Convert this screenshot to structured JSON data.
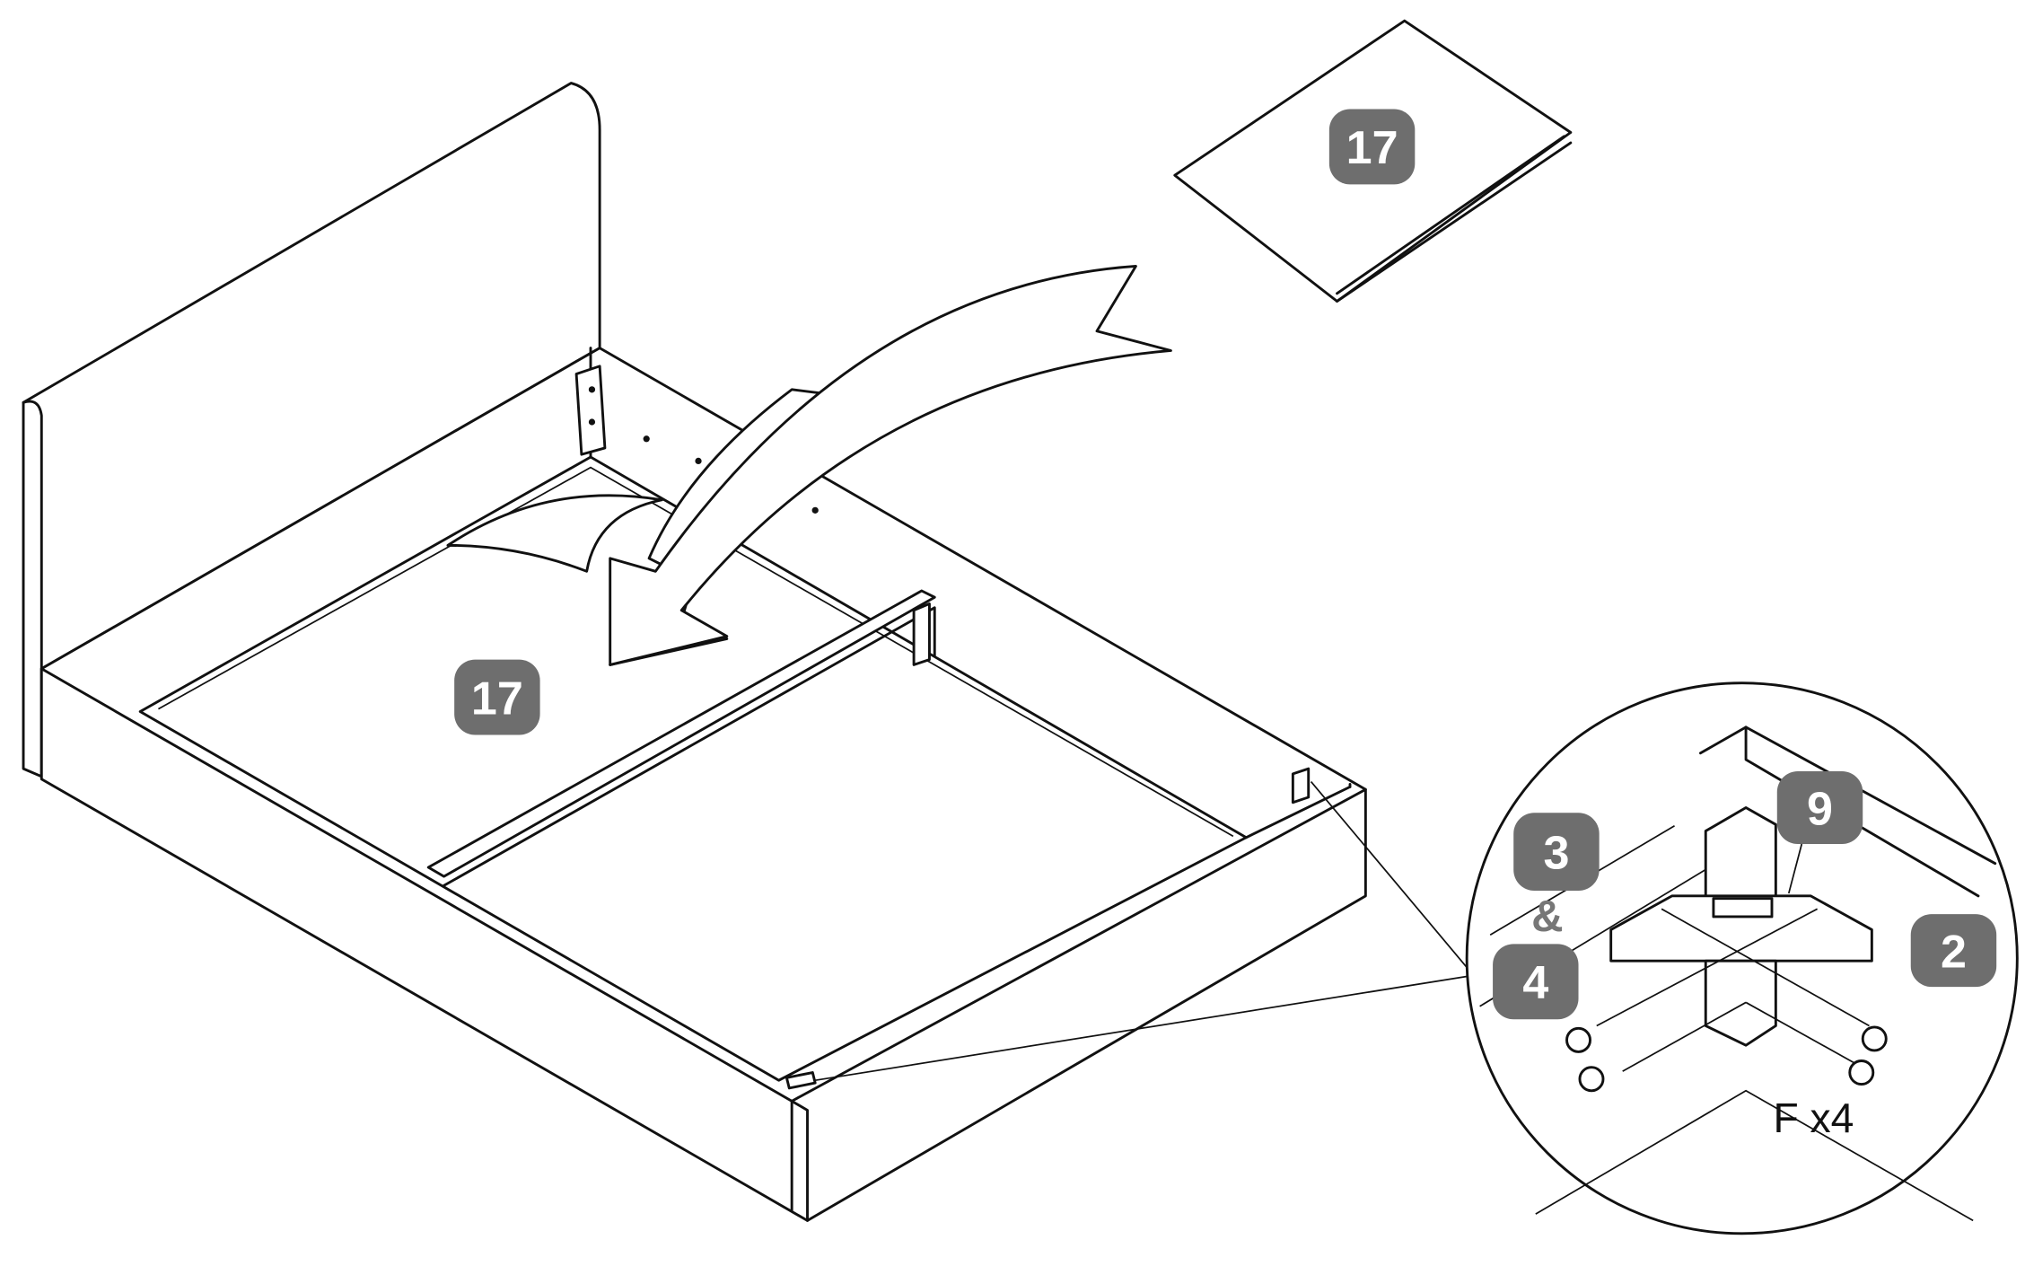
{
  "diagram": {
    "part_labels": {
      "manual_badge": "17",
      "manual_placed_badge": "17",
      "side_rail_left": "3",
      "ampersand": "&",
      "side_rail_left_alt": "4",
      "corner_bracket": "9",
      "foot_rail": "2"
    },
    "fastener_quantity": "F x4",
    "colors": {
      "badge": "#6e6e6e",
      "line": "#111111"
    }
  }
}
